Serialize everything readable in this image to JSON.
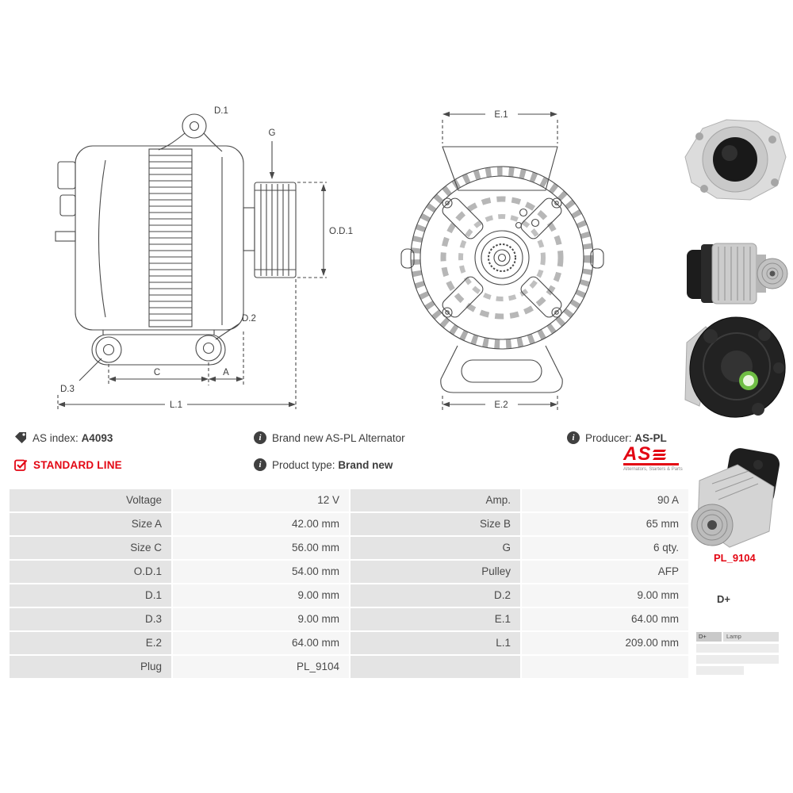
{
  "colors": {
    "accent": "#e30613",
    "table_label_bg": "#e4e4e4",
    "table_value_bg": "#f6f6f6"
  },
  "icons": {
    "info": "i"
  },
  "drawings": {
    "side": {
      "d1": "D.1",
      "g": "G",
      "od1": "O.D.1",
      "d2": "D.2",
      "d3": "D.3",
      "c": "C",
      "a": "A",
      "l1": "L.1"
    },
    "front": {
      "e1": "E.1",
      "e2": "E.2"
    }
  },
  "info": {
    "as_index_label": "AS index:",
    "as_index_value": "A4093",
    "standard_line": "STANDARD LINE",
    "brand_new_text": "Brand new AS-PL Alternator",
    "product_type_label": "Product type:",
    "product_type_value": "Brand new",
    "producer_label": "Producer:",
    "producer_value": "AS-PL"
  },
  "logo": {
    "text": "AS",
    "tagline": "Alternators, Starters & Parts"
  },
  "spec_table": {
    "rows": [
      {
        "l1": "Voltage",
        "v1": "12 V",
        "l2": "Amp.",
        "v2": "90 A"
      },
      {
        "l1": "Size A",
        "v1": "42.00 mm",
        "l2": "Size B",
        "v2": "65 mm"
      },
      {
        "l1": "Size C",
        "v1": "56.00 mm",
        "l2": "G",
        "v2": "6 qty."
      },
      {
        "l1": "O.D.1",
        "v1": "54.00 mm",
        "l2": "Pulley",
        "v2": "AFP"
      },
      {
        "l1": "D.1",
        "v1": "9.00 mm",
        "l2": "D.2",
        "v2": "9.00 mm"
      },
      {
        "l1": "D.3",
        "v1": "9.00 mm",
        "l2": "E.1",
        "v2": "64.00 mm"
      },
      {
        "l1": "E.2",
        "v1": "64.00 mm",
        "l2": "L.1",
        "v2": "209.00 mm"
      },
      {
        "l1": "Plug",
        "v1": "PL_9104",
        "l2": "",
        "v2": ""
      }
    ]
  },
  "sidebar": {
    "plug_code": "PL_9104",
    "terminal": "D+",
    "lamp_col1": "D+",
    "lamp_col2": "Lamp"
  }
}
